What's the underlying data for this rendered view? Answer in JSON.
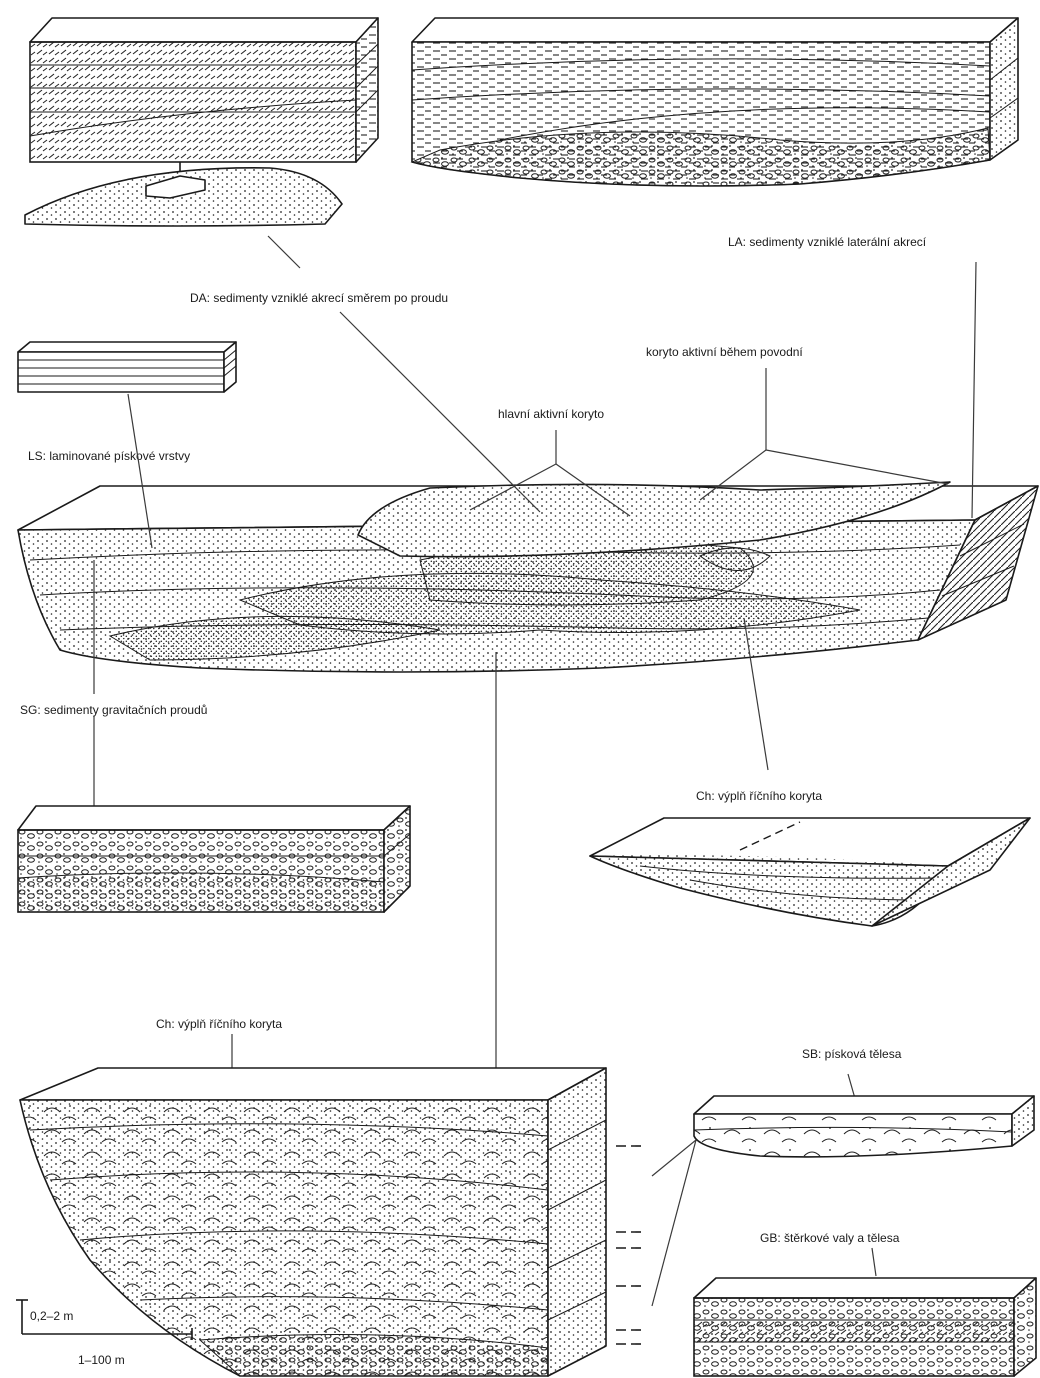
{
  "labels": {
    "da": "DA: sedimenty vzniklé akrecí směrem po proudu",
    "la": "LA: sedimenty vzniklé laterální akrecí",
    "koryto_povodni": "koryto aktivní během povodní",
    "hlavni_koryto": "hlavní aktivní koryto",
    "ls": "LS: laminované pískové vrstvy",
    "sg": "SG: sedimenty gravitačních proudů",
    "ch_right": "Ch: výplň říčního koryta",
    "ch_bottom": "Ch: výplň říčního koryta",
    "sb": "SB: písková tělesa",
    "gb": "GB: štěrkové valy a tělesa"
  },
  "scale": {
    "vertical": "0,2–2 m",
    "horizontal": "1–100 m"
  },
  "colors": {
    "ink": "#1a1a1a",
    "paper": "#ffffff"
  }
}
